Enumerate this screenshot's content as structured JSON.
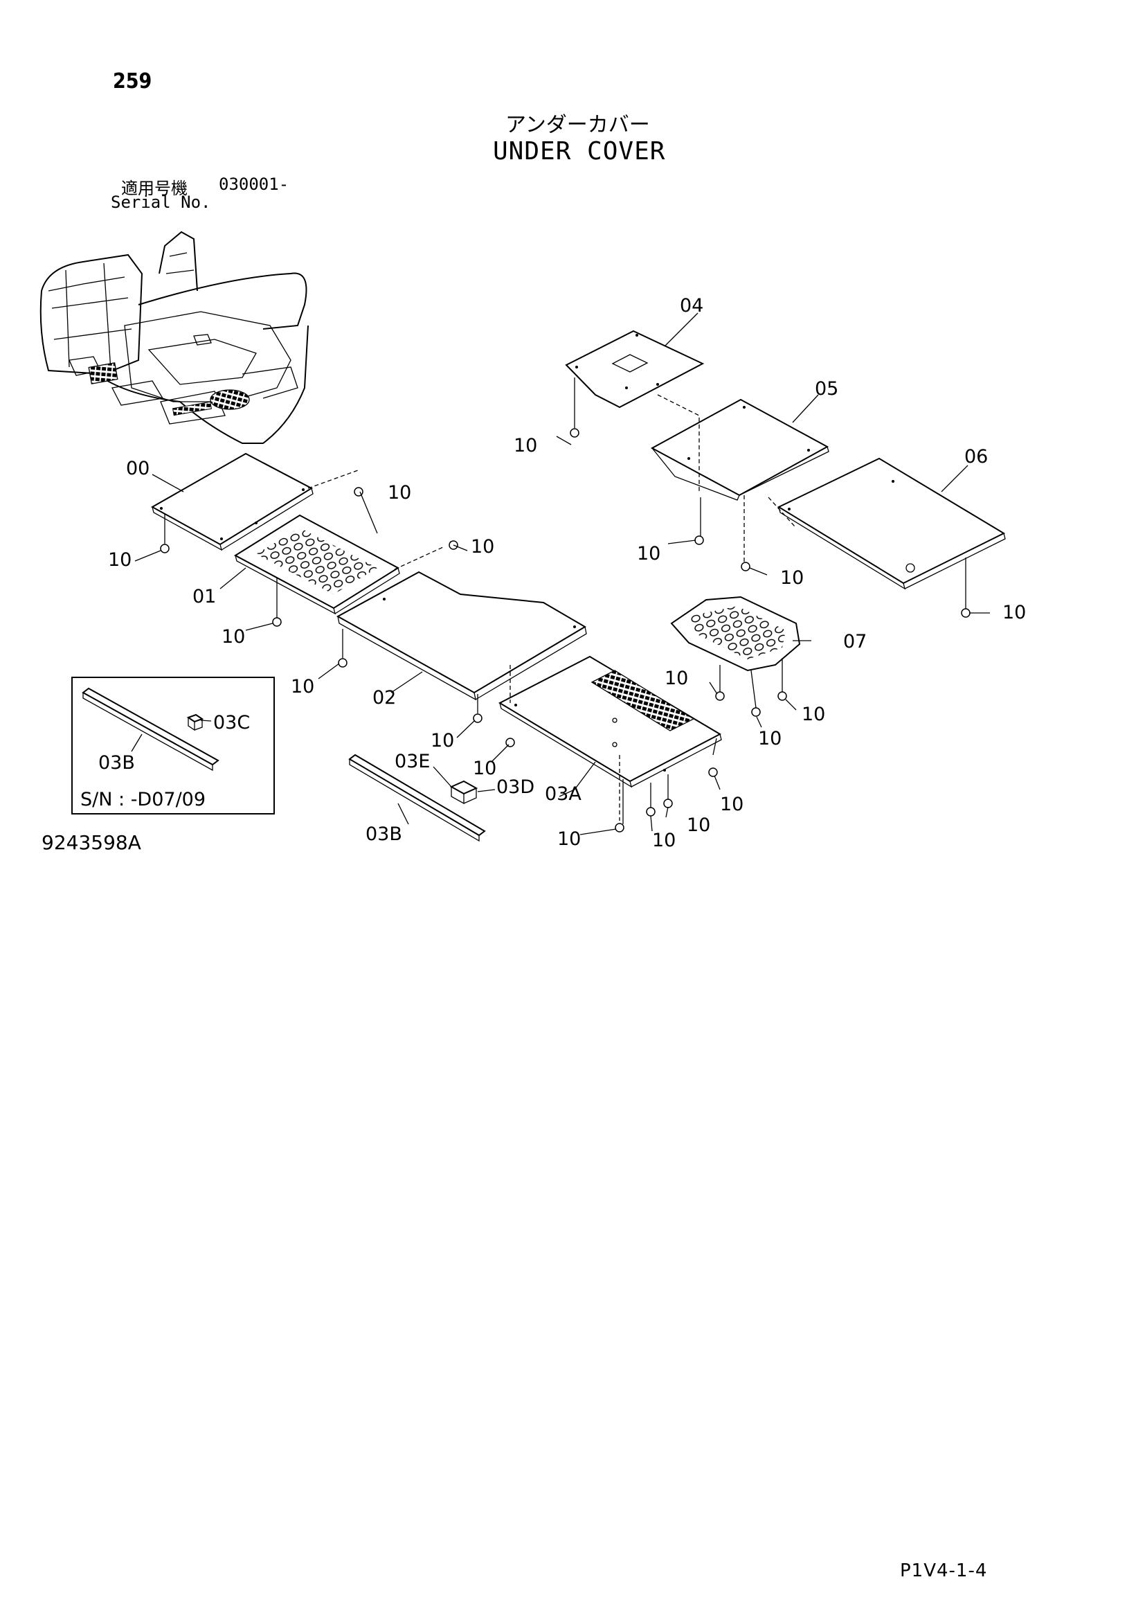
{
  "page_number": "259",
  "title_jp": "アンダーカバー",
  "title_en": "UNDER COVER",
  "serial": {
    "label_jp": "適用号機",
    "label_en": "Serial No.",
    "value": "030001-"
  },
  "figure_number": "9243598A",
  "page_code": "P1V4-1-4",
  "inset": {
    "note": "S/N : -D07/09"
  },
  "part_labels": {
    "p00": "00",
    "p01": "01",
    "p02": "02",
    "p03A": "03A",
    "p03B_inset": "03B",
    "p03B": "03B",
    "p03C": "03C",
    "p03D": "03D",
    "p03E": "03E",
    "p04": "04",
    "p05": "05",
    "p06": "06",
    "p07": "07",
    "bolt": "10"
  }
}
